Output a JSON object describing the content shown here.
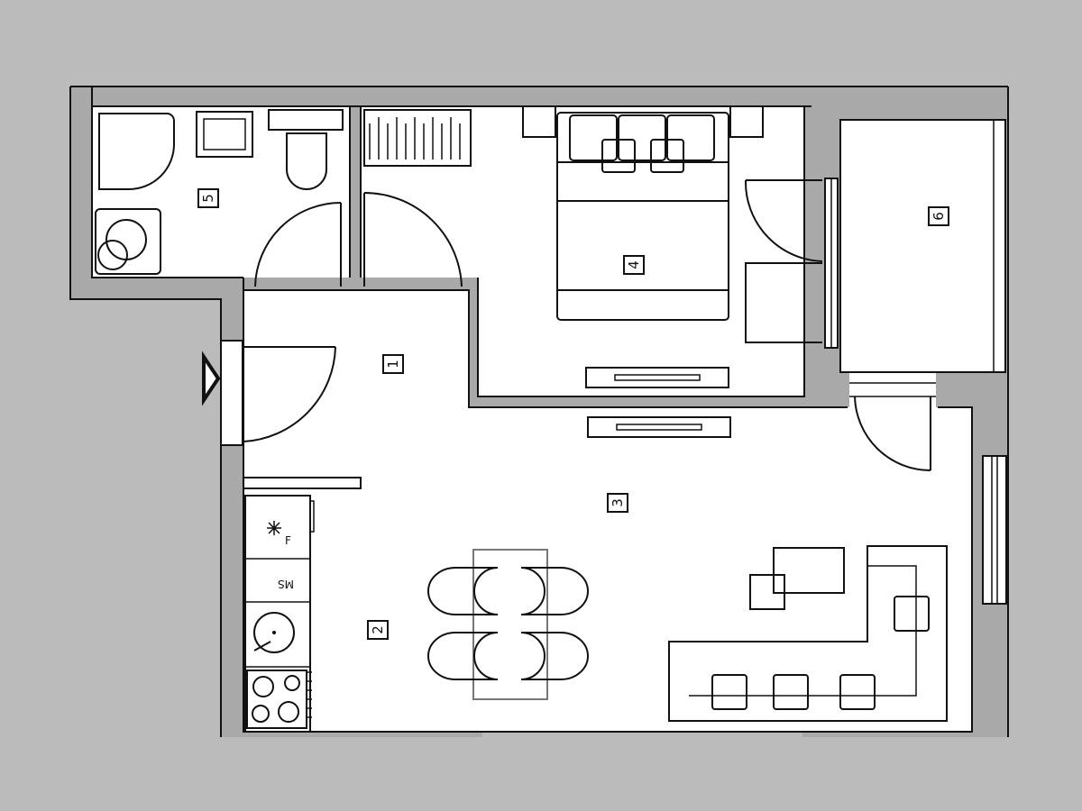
{
  "colors": {
    "background": "#bbbbbb",
    "wall_gray": "#a9a9a9",
    "floor": "#ffffff",
    "line": "#111111",
    "table_outline": "#777777"
  },
  "rooms": [
    {
      "id": "room-1",
      "label": "1"
    },
    {
      "id": "room-2",
      "label": "2"
    },
    {
      "id": "room-3",
      "label": "3"
    },
    {
      "id": "room-4",
      "label": "4"
    },
    {
      "id": "room-5",
      "label": "5"
    },
    {
      "id": "room-6",
      "label": "6"
    }
  ],
  "appliances": {
    "fridge_label": "F",
    "microwave_label": "MS"
  },
  "icons": [
    "entrance-arrow-icon",
    "snowflake-icon"
  ]
}
